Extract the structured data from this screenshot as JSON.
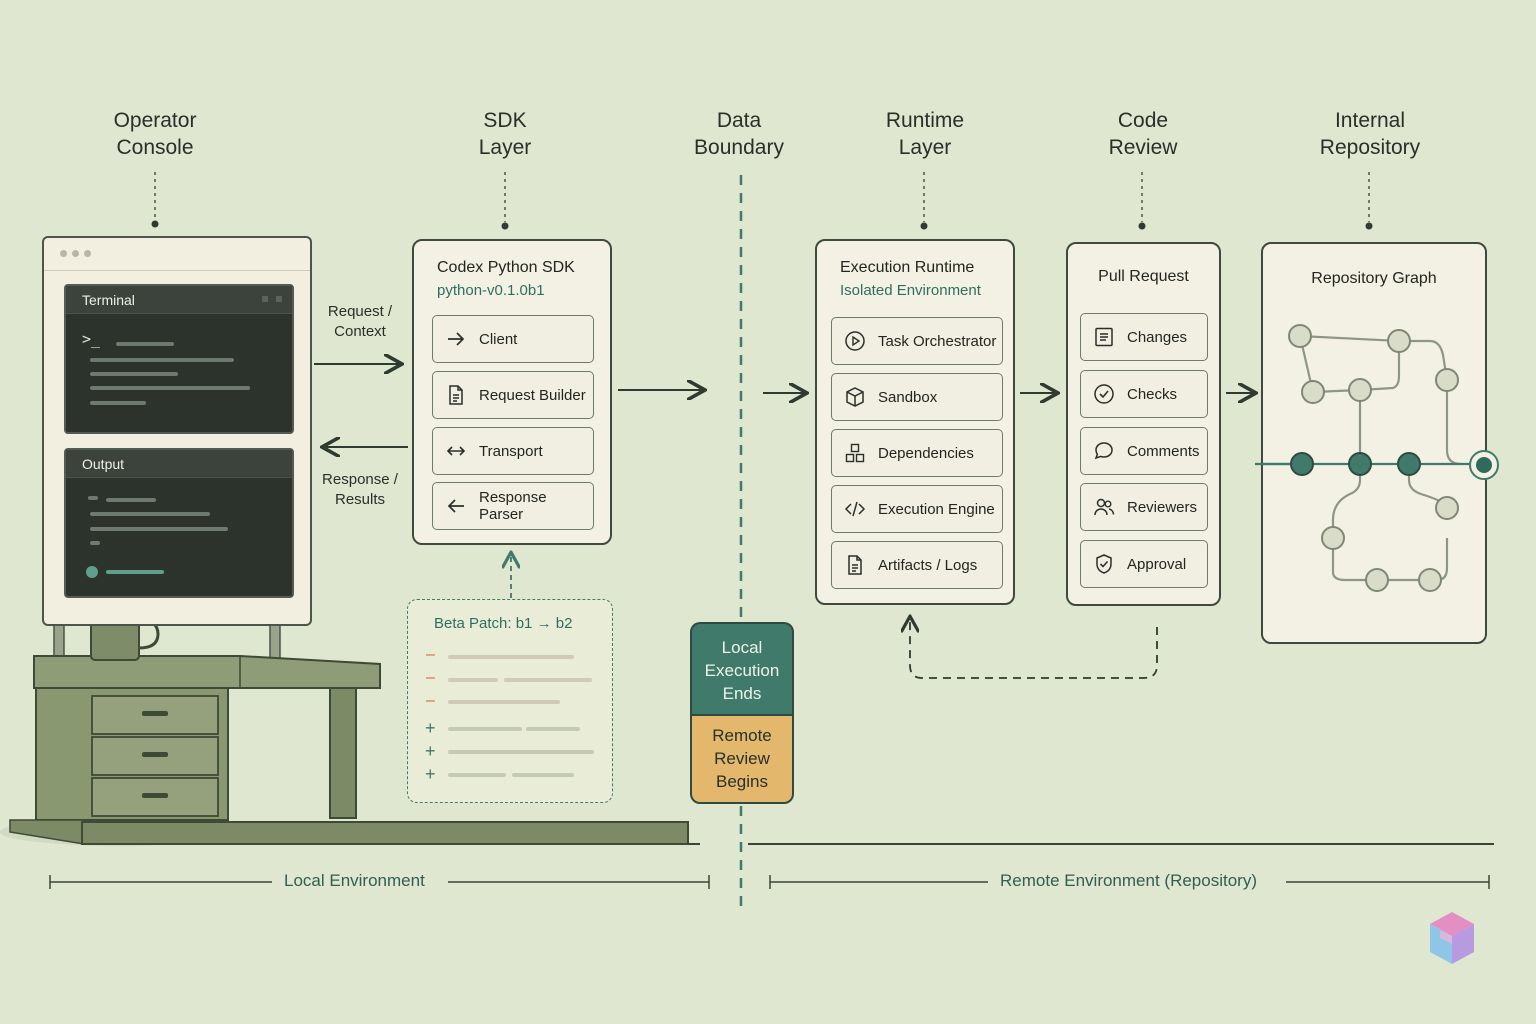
{
  "columns": {
    "operator_console": "Operator\nConsole",
    "sdk_layer": "SDK\nLayer",
    "data_boundary": "Data\nBoundary",
    "runtime_layer": "Runtime\nLayer",
    "code_review": "Code\nReview",
    "internal_repository": "Internal\nRepository"
  },
  "console": {
    "terminal_title": "Terminal",
    "prompt": ">_",
    "output_title": "Output"
  },
  "flows": {
    "request": "Request /\nContext",
    "response": "Response /\nResults"
  },
  "sdk": {
    "title": "Codex Python SDK",
    "version": "python-v0.1.0b1",
    "items": [
      {
        "label": "Client",
        "icon": "arrow-right-icon"
      },
      {
        "label": "Request Builder",
        "icon": "document-icon"
      },
      {
        "label": "Transport",
        "icon": "arrows-both-icon"
      },
      {
        "label": "Response Parser",
        "icon": "arrow-left-icon"
      }
    ],
    "patch_title": "Beta Patch: b1 → b2",
    "patch_removed_marker": "–",
    "patch_added_marker": "+"
  },
  "boundary": {
    "local_ends": "Local\nExecution\nEnds",
    "remote_begins": "Remote\nReview\nBegins"
  },
  "runtime": {
    "title": "Execution Runtime",
    "subtitle": "Isolated Environment",
    "items": [
      {
        "label": "Task Orchestrator",
        "icon": "play-circle-icon"
      },
      {
        "label": "Sandbox",
        "icon": "cube-icon"
      },
      {
        "label": "Dependencies",
        "icon": "blocks-icon"
      },
      {
        "label": "Execution Engine",
        "icon": "code-icon"
      },
      {
        "label": "Artifacts / Logs",
        "icon": "file-icon"
      }
    ]
  },
  "review": {
    "title": "Pull Request",
    "items": [
      {
        "label": "Changes",
        "icon": "list-icon"
      },
      {
        "label": "Checks",
        "icon": "check-circle-icon"
      },
      {
        "label": "Comments",
        "icon": "comment-icon"
      },
      {
        "label": "Reviewers",
        "icon": "users-icon"
      },
      {
        "label": "Approval",
        "icon": "shield-check-icon"
      }
    ]
  },
  "repository": {
    "title": "Repository Graph"
  },
  "environments": {
    "local": "Local Environment",
    "remote": "Remote Environment (Repository)"
  },
  "colors": {
    "background": "#dfe7d0",
    "accent_teal": "#3f7a6a",
    "accent_gold": "#e3b86c",
    "panel": "#f3f1e4",
    "ink": "#3f4a3e"
  }
}
